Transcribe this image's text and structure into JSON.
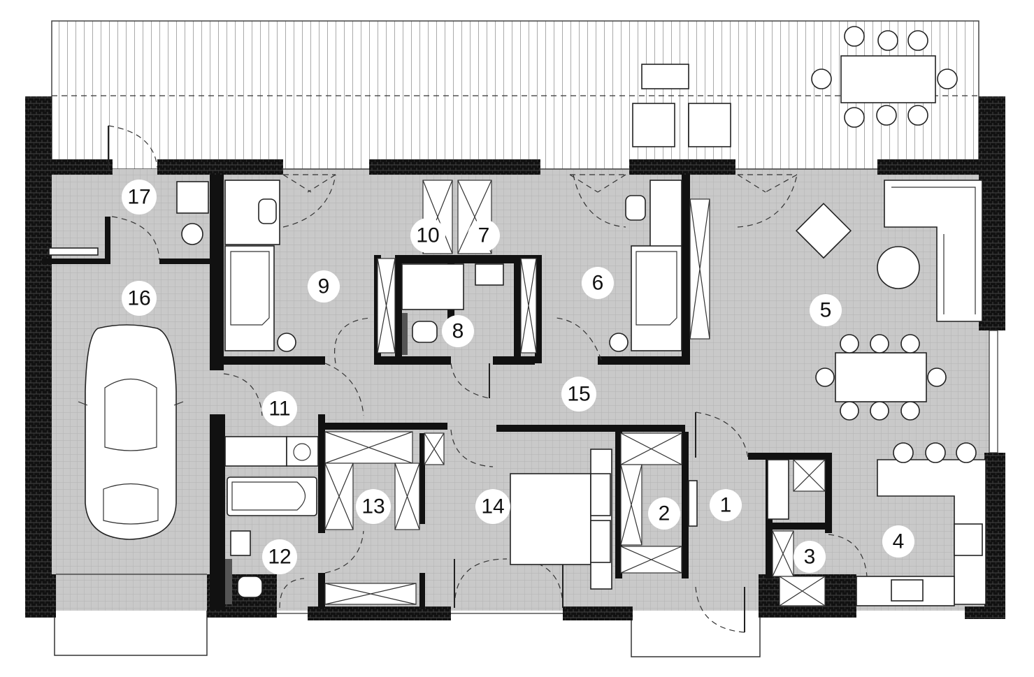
{
  "rooms": [
    {
      "num": "1"
    },
    {
      "num": "2"
    },
    {
      "num": "3"
    },
    {
      "num": "4"
    },
    {
      "num": "5"
    },
    {
      "num": "6"
    },
    {
      "num": "7"
    },
    {
      "num": "8"
    },
    {
      "num": "9"
    },
    {
      "num": "10"
    },
    {
      "num": "11"
    },
    {
      "num": "12"
    },
    {
      "num": "13"
    },
    {
      "num": "14"
    },
    {
      "num": "15"
    },
    {
      "num": "16"
    },
    {
      "num": "17"
    }
  ]
}
